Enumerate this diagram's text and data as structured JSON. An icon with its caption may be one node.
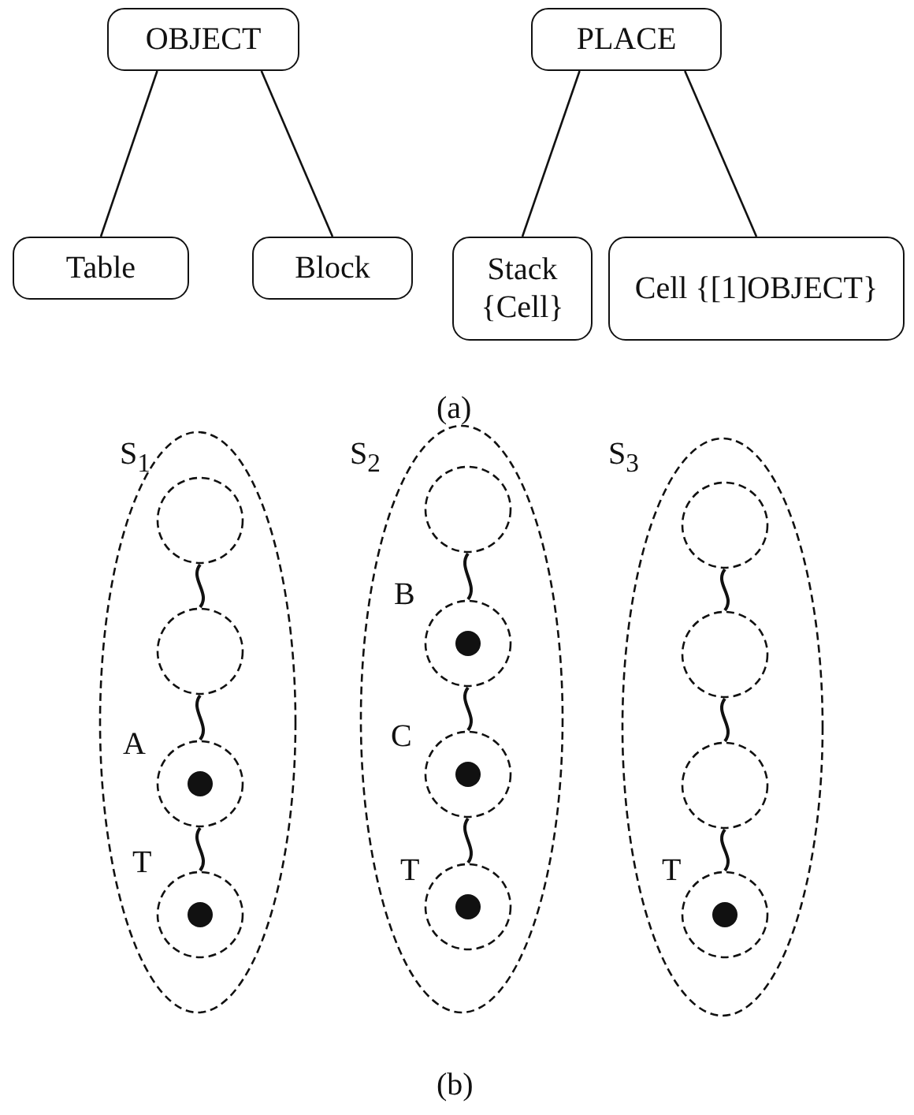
{
  "diagram": {
    "nodes": [
      {
        "text": [
          "OBJECT"
        ]
      },
      {
        "text": [
          "Table"
        ]
      },
      {
        "text": [
          "Block"
        ]
      },
      {
        "text": [
          "PLACE"
        ]
      },
      {
        "text": [
          "Stack {Cell}"
        ]
      },
      {
        "text": [
          "Cell {[1]OBJECT}"
        ]
      },
      {
        "text": [
          "S$_{1}$"
        ]
      },
      {
        "text": [],
        "shape": "circle",
        "in": 6
      },
      {
        "text": [],
        "shape": "circle",
        "in": 6
      },
      {
        "text": [],
        "shape": "circle",
        "in": 6,
        "beside": [
          "A"
        ]
      },
      {
        "text": [],
        "shape": "dot",
        "in": 9
      },
      {
        "text": [],
        "shape": "circle",
        "in": 6,
        "beside": [
          "T"
        ]
      },
      {
        "text": [],
        "shape": "dot",
        "in": 11
      },
      {
        "text": [
          "S$_{2}$"
        ]
      },
      {
        "text": [],
        "shape": "circle",
        "in": 13
      },
      {
        "text": [],
        "shape": "circle",
        "in": 13,
        "beside": [
          "B"
        ]
      },
      {
        "text": [],
        "shape": "dot",
        "in": 15
      },
      {
        "text": [],
        "shape": "circle",
        "in": 13,
        "beside": [
          "C"
        ]
      },
      {
        "text": [],
        "shape": "dot",
        "in": 17
      },
      {
        "text": [],
        "shape": "circle",
        "in": 13,
        "beside": [
          "T"
        ]
      },
      {
        "text": [],
        "shape": "dot",
        "in": 19
      },
      {
        "text": [
          "S$_{3}$"
        ]
      },
      {
        "text": [],
        "shape": "circle",
        "in": 21
      },
      {
        "text": [],
        "shape": "circle",
        "in": 21
      },
      {
        "text": [],
        "shape": "circle",
        "in": 21
      },
      {
        "text": [],
        "shape": "circle",
        "in": 21,
        "beside": [
          "T"
        ]
      },
      {
        "text": [],
        "shape": "dot",
        "in": 25
      }
    ],
    "edges": [
      {
        "from": 0,
        "to": 1,
        "arrow": "none"
      },
      {
        "from": 0,
        "to": 2,
        "arrow": "none"
      },
      {
        "from": 3,
        "to": 4,
        "arrow": "none"
      },
      {
        "from": 3,
        "to": 5,
        "arrow": "none"
      },
      {
        "from": 7,
        "to": 8,
        "arrow": "none"
      },
      {
        "from": 8,
        "to": 9,
        "arrow": "none"
      },
      {
        "from": 9,
        "to": 11,
        "arrow": "none"
      },
      {
        "from": 14,
        "to": 15,
        "arrow": "none"
      },
      {
        "from": 15,
        "to": 17,
        "arrow": "none"
      },
      {
        "from": 17,
        "to": 19,
        "arrow": "none"
      },
      {
        "from": 22,
        "to": 23,
        "arrow": "none"
      },
      {
        "from": 23,
        "to": 24,
        "arrow": "none"
      },
      {
        "from": 24,
        "to": 25,
        "arrow": "none"
      }
    ],
    "labels": [
      "(a)",
      "(b)"
    ]
  }
}
